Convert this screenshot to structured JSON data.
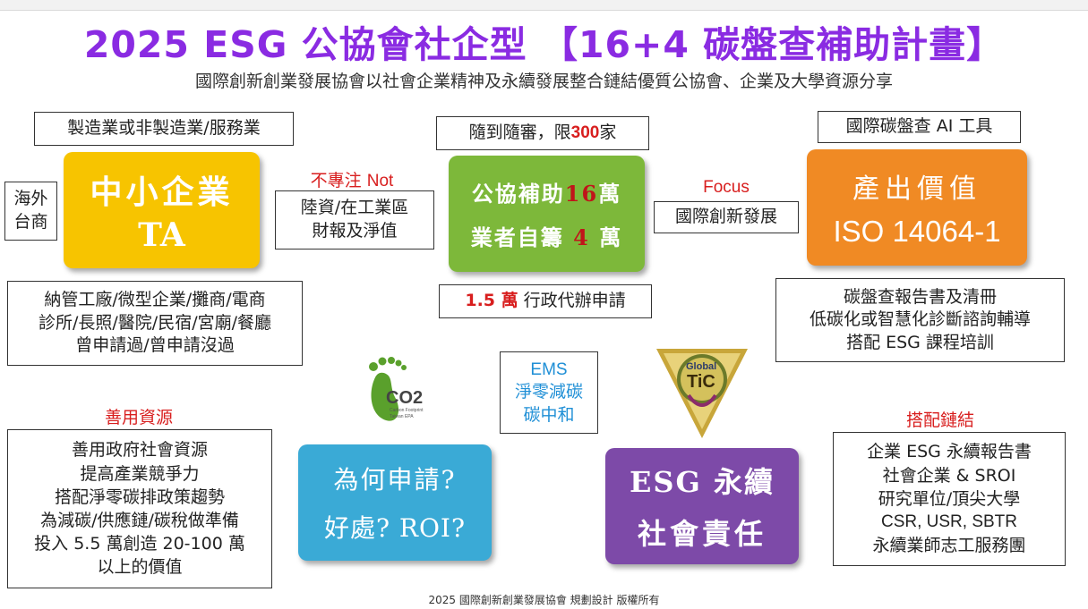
{
  "header": {
    "title": "2025 ESG 公協會社企型 【16+4 碳盤查補助計畫】",
    "subtitle": "國際創新創業發展協會以社會企業精神及永續發展整合鏈結優質公協會、企業及大學資源分享"
  },
  "sme": {
    "category_label": "製造業或非製造業/服務業",
    "side_label": [
      "海外",
      "台商"
    ],
    "title": "中小企業",
    "subtitle": "TA",
    "color": "#f7c400",
    "eligible_lines": [
      "納管工廠/微型企業/攤商/電商",
      "診所/長照/醫院/民宿/宮廟/餐廳",
      "曾申請過/曾申請沒過"
    ]
  },
  "not_focus": {
    "label_cn": "不專注",
    "label_en": "Not",
    "lines": [
      "陸資/在工業區",
      "財報及淨值"
    ]
  },
  "subsidy": {
    "top_prefix": "隨到隨審，限",
    "top_number": "300",
    "top_suffix": "家",
    "line1_prefix": "公協補助",
    "line1_number": "16",
    "line1_suffix": "萬",
    "line2_prefix": "業者自籌",
    "line2_number": "4",
    "line2_suffix": "萬",
    "color": "#7db83a",
    "admin_number": "1.5 萬",
    "admin_text": "行政代辦申請"
  },
  "focus": {
    "label": "Focus",
    "text": "國際創新發展"
  },
  "value": {
    "tool_label": "國際碳盤查 AI 工具",
    "title": "產出價值",
    "subtitle": "ISO 14064-1",
    "color": "#f08a24",
    "lines": [
      "碳盤查報告書及清冊",
      "低碳化或智慧化診斷諮詢輔導",
      "搭配 ESG 課程培訓"
    ]
  },
  "ems": {
    "lines": [
      "EMS",
      "淨零減碳",
      "碳中和"
    ],
    "color": "#1f8fd6"
  },
  "logos": {
    "co2_text": "CO2",
    "co2_small": [
      "Carbon Footprint",
      "Taiwan EPA"
    ],
    "tic_text1": "Global",
    "tic_text2": "TiC"
  },
  "resources": {
    "label": "善用資源",
    "lines": [
      "善用政府社會資源",
      "提高產業競爭力",
      "搭配淨零碳排政策趨勢",
      "為減碳/供應鏈/碳稅做準備",
      "投入 5.5 萬創造 20-100 萬",
      "以上的價值"
    ]
  },
  "why": {
    "line1": "為何申請?",
    "line2": "好處? ROI?",
    "color": "#3aaad6"
  },
  "esg": {
    "line1": "ESG 永續",
    "line2": "社會責任",
    "color": "#7d4aa8"
  },
  "links": {
    "label": "搭配鏈結",
    "lines": [
      "企業 ESG 永續報告書",
      "社會企業 & SROI",
      "研究單位/頂尖大學",
      "CSR, USR, SBTR",
      "永續業師志工服務團"
    ]
  },
  "footer": {
    "text": "2025 國際創新創業發展協會 規劃設計 版權所有"
  }
}
